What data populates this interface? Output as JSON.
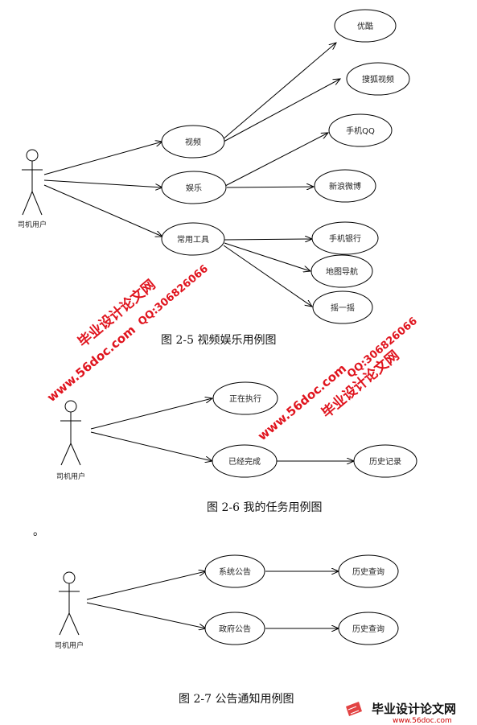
{
  "figure5": {
    "caption": "图 2-5 视频娱乐用例图",
    "actor": "司机用户",
    "use_cases": {
      "video": "视频",
      "entertainment": "娱乐",
      "tools": "常用工具",
      "youku": "优酷",
      "sohu": "搜狐视频",
      "qq": "手机QQ",
      "weibo": "新浪微博",
      "bank": "手机银行",
      "map": "地图导航",
      "shake": "摇一摇"
    }
  },
  "figure6": {
    "caption": "图 2-6 我的任务用例图",
    "actor": "司机用户",
    "use_cases": {
      "running": "正在执行",
      "done": "已经完成",
      "history": "历史记录"
    }
  },
  "separator_mark": "。",
  "figure7": {
    "caption": "图 2-7 公告通知用例图",
    "actor": "司机用户",
    "use_cases": {
      "system": "系统公告",
      "system_history": "历史查询",
      "gov": "政府公告",
      "gov_history": "历史查询"
    }
  },
  "watermarks": {
    "brand": "毕业设计论文网",
    "qq": "QQ:306826066",
    "url": "www.56doc.com"
  },
  "logo": {
    "brand": "毕业设计论文网",
    "url": "www.56doc.com"
  },
  "colors": {
    "watermark": "#e0141e",
    "line": "#000000"
  }
}
